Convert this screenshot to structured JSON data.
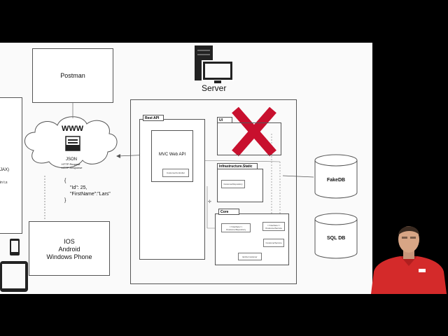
{
  "diagram": {
    "server_label": "Server",
    "postman_label": "Postman",
    "www_label": "WWW",
    "json_label": "JSON",
    "http_request": "HTTP Request",
    "http_response": "HTTP Response",
    "json_body": [
      "{",
      "\"Id\": 25,",
      "\"FirstName\":\"Lars\"",
      "}"
    ],
    "clients_label": [
      "IOS",
      "Android",
      "Windows Phone"
    ],
    "rest_api_tab": "Rest API",
    "mvc_web_api": "MVC Web API",
    "customer_controller": "CustomerController",
    "ui_tab": "UI",
    "infrastructure_tab": "Infrastructure.Static",
    "customer_repository_impl": "CustomerRepository",
    "core_tab": "Core",
    "icustomer_repository": [
      "<<Interface>>",
      "ICustomerRepository"
    ],
    "icustomer_service": [
      "<<Interface>>",
      "ICustomerService"
    ],
    "customer_service": "CustomerService",
    "entity_customer": "Entity.Customer",
    "fake_db": "FakeDB",
    "sql_db": "SQL DB",
    "left_fragment_1": "JAX)",
    "left_fragment_2": "in t.s",
    "plus_sign": "÷"
  },
  "colors": {
    "cross": "#c8102e",
    "presenter_shirt": "#d42a2a"
  }
}
